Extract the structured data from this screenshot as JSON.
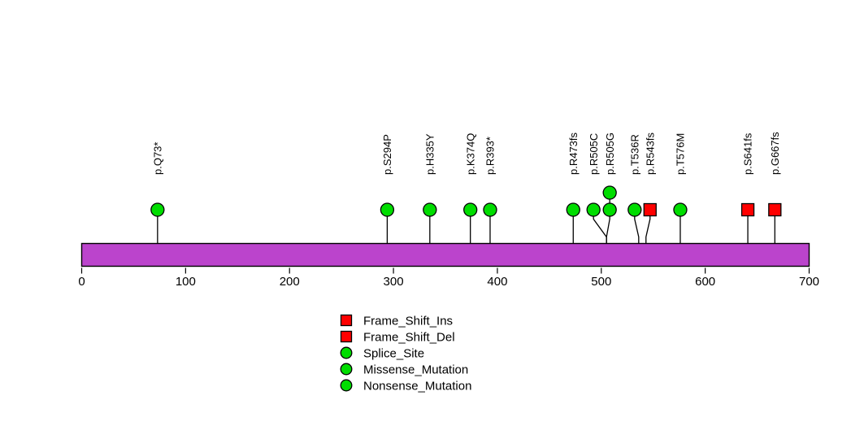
{
  "chart_data": {
    "type": "lollipop",
    "title": "",
    "xlabel": "",
    "ylabel": "",
    "xlim": [
      0,
      700
    ],
    "grid": false,
    "protein_length": 700,
    "domain_bar": {
      "start": 0,
      "end": 700,
      "color": "#BB44CC",
      "border_color": "#000000"
    },
    "axis": {
      "ticks": [
        0,
        100,
        200,
        300,
        400,
        500,
        600,
        700
      ],
      "tick_labels": [
        "0",
        "100",
        "200",
        "300",
        "400",
        "500",
        "600",
        "700"
      ]
    },
    "mutations": [
      {
        "label": "p.Q73*",
        "position": 73,
        "count": 1,
        "shape": "circle",
        "color": "#00DD00",
        "stem_bend": 0
      },
      {
        "label": "p.S294P",
        "position": 294,
        "count": 1,
        "shape": "circle",
        "color": "#00DD00",
        "stem_bend": 0
      },
      {
        "label": "p.H335Y",
        "position": 335,
        "count": 1,
        "shape": "circle",
        "color": "#00DD00",
        "stem_bend": 0
      },
      {
        "label": "p.K374Q",
        "position": 374,
        "count": 1,
        "shape": "circle",
        "color": "#00DD00",
        "stem_bend": 0
      },
      {
        "label": "p.R393*",
        "position": 393,
        "count": 1,
        "shape": "circle",
        "color": "#00DD00",
        "stem_bend": 0
      },
      {
        "label": "p.R473fs",
        "position": 473,
        "count": 1,
        "shape": "circle",
        "color": "#00DD00",
        "stem_bend": 0
      },
      {
        "label": "p.R505C",
        "position": 505,
        "count": 1,
        "shape": "circle",
        "color": "#00DD00",
        "stem_bend": -16
      },
      {
        "label": "p.R505G",
        "position": 505,
        "count": 2,
        "shape": "circle",
        "color": "#00DD00",
        "stem_bend": 4
      },
      {
        "label": "p.T536R",
        "position": 536,
        "count": 1,
        "shape": "circle",
        "color": "#00DD00",
        "stem_bend": -5
      },
      {
        "label": "p.R543fs",
        "position": 543,
        "count": 1,
        "shape": "square",
        "color": "#FF0000",
        "stem_bend": 5
      },
      {
        "label": "p.T576M",
        "position": 576,
        "count": 1,
        "shape": "circle",
        "color": "#00DD00",
        "stem_bend": 0
      },
      {
        "label": "p.S641fs",
        "position": 641,
        "count": 1,
        "shape": "square",
        "color": "#FF0000",
        "stem_bend": 0
      },
      {
        "label": "p.G667fs",
        "position": 667,
        "count": 1,
        "shape": "square",
        "color": "#FF0000",
        "stem_bend": 0
      }
    ],
    "legend": {
      "position": "bottom-center",
      "entries": [
        {
          "label": "Frame_Shift_Ins",
          "shape": "square",
          "color": "#FF0000"
        },
        {
          "label": "Frame_Shift_Del",
          "shape": "square",
          "color": "#FF0000"
        },
        {
          "label": "Splice_Site",
          "shape": "circle",
          "color": "#00DD00"
        },
        {
          "label": "Missense_Mutation",
          "shape": "circle",
          "color": "#00DD00"
        },
        {
          "label": "Nonsense_Mutation",
          "shape": "circle",
          "color": "#00DD00"
        }
      ]
    }
  }
}
